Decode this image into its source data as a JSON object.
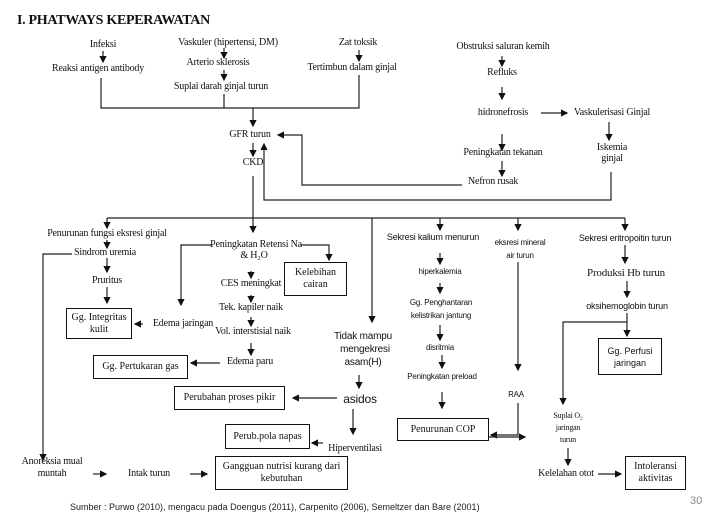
{
  "title": "I.   PHATWAYS KEPERAWATAN",
  "nodes": {
    "infeksi": "Infeksi",
    "reaksi": "Reaksi antigen antibody",
    "vaskuler": "Vaskuler (hipertensi, DM)",
    "arterio": "Arterio sklerosis",
    "suplai_darah": "Suplai darah ginjal turun",
    "zat_toksik": "Zat toksik",
    "tertimbun": "Tertimbun dalam ginjal",
    "obstruksi": "Obstruksi saluran kemih",
    "refluks": "Refluks",
    "hidronefrosis": "hidronefrosis",
    "vaskulerisasi": "Vaskulerisasi Ginjal",
    "iskemia_1": "Iskemia",
    "iskemia_2": "ginjal",
    "peningkatan_tekanan": "Peningkatan tekanan",
    "nefron_rusak": "Nefron rusak",
    "gfr": "GFR turun",
    "ckd": "CKD",
    "penurunan_fungsi": "Penurunan fungsi eksresi ginjal",
    "sindrom": "Sindrom uremia",
    "pruritus": "Pruritus",
    "retensi_1": "Peningkatan Retensi Na",
    "retensi_2": "& H₂O",
    "ces": "CES meningkat",
    "tek_kapiler": "Tek. kapiler naik",
    "vol_interstisial": "Vol. interstisial naik",
    "edema_paru": "Edema paru",
    "edema_jaringan": "Edema jaringan",
    "tidak_mampu_1": "Tidak mampu",
    "tidak_mampu_2": "mengekresi",
    "tidak_mampu_3": "asam(H)",
    "asidos": "asidos",
    "hiperventilasi": "Hiperventilasi",
    "sekresi_kalium": "Sekresi kalium menurun",
    "hiperkalemia": "hiperkalemia",
    "penghantaran_1": "Gg. Penghantaran",
    "penghantaran_2": "kelistrikan jantung",
    "disritmia": "disritmia",
    "preload": "Peningkatan preload",
    "eksresi_mineral_1": "eksresi mineral",
    "eksresi_mineral_2": "air turun",
    "raa": "RAA",
    "eritropoitin": "Sekresi eritropoitin turun",
    "produksi_hb": "Produksi Hb turun",
    "oksihemoglobin": "oksihemoglobin turun",
    "suplai_o2_1": "Suplai O₂",
    "suplai_o2_2": "jaringan",
    "suplai_o2_3": "turun",
    "kelelahan": "Kelelahan otot",
    "anoreksia_1": "Anoreksia mual",
    "anoreksia_2": "muntah",
    "intak": "Intak turun"
  },
  "boxes": {
    "integritas": "Gg. Integritas kulit",
    "kelebihan": "Kelebihan cairan",
    "pertukaran": "Gg. Pertukaran gas",
    "proses_pikir": "Perubahan proses pikir",
    "pola_napas": "Perub.pola napas",
    "nutrisi": "Gangguan nutrisi kurang dari kebutuhan",
    "cop": "Penurunan COP",
    "perfusi": "Gg. Perfusi jaringan",
    "intoleransi": "Intoleransi aktivitas"
  },
  "source": "Sumber : Purwo (2010), mengacu pada Doengus (2011), Carpenito (2006), Semeltzer dan Bare (2001)",
  "page_number": "30"
}
